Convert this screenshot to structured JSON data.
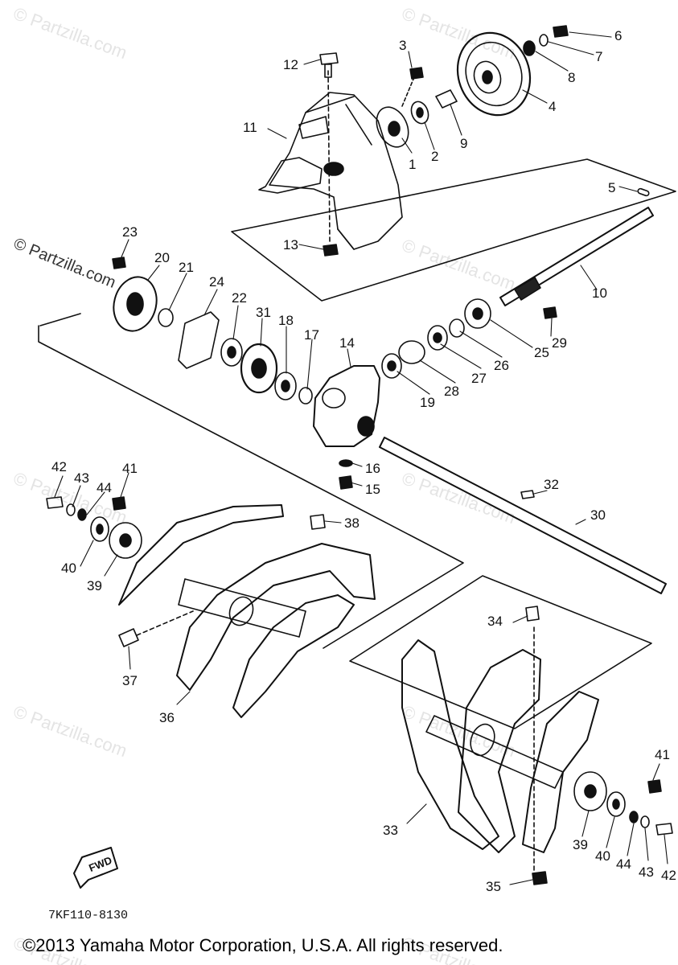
{
  "watermark": "© Partzilla.com",
  "diagram_code": "7KF110-8130",
  "fwd_label": "FWD",
  "copyright": "©2013 Yamaha Motor Corporation, U.S.A. All rights reserved.",
  "labels": {
    "p1": "1",
    "p2": "2",
    "p3": "3",
    "p4": "4",
    "p5": "5",
    "p6": "6",
    "p7": "7",
    "p8": "8",
    "p9": "9",
    "p10": "10",
    "p11": "11",
    "p12": "12",
    "p13": "13",
    "p14": "14",
    "p15": "15",
    "p16": "16",
    "p17": "17",
    "p18": "18",
    "p19": "19",
    "p20": "20",
    "p21": "21",
    "p22": "22",
    "p23": "23",
    "p24": "24",
    "p25": "25",
    "p26": "26",
    "p27": "27",
    "p28": "28",
    "p29": "29",
    "p30": "30",
    "p31": "31",
    "p32": "32",
    "p33": "33",
    "p34": "34",
    "p35": "35",
    "p36": "36",
    "p37": "37",
    "p38": "38",
    "p39": "39",
    "p40": "40",
    "p41": "41",
    "p42": "42",
    "p43": "43",
    "p44": "44"
  }
}
